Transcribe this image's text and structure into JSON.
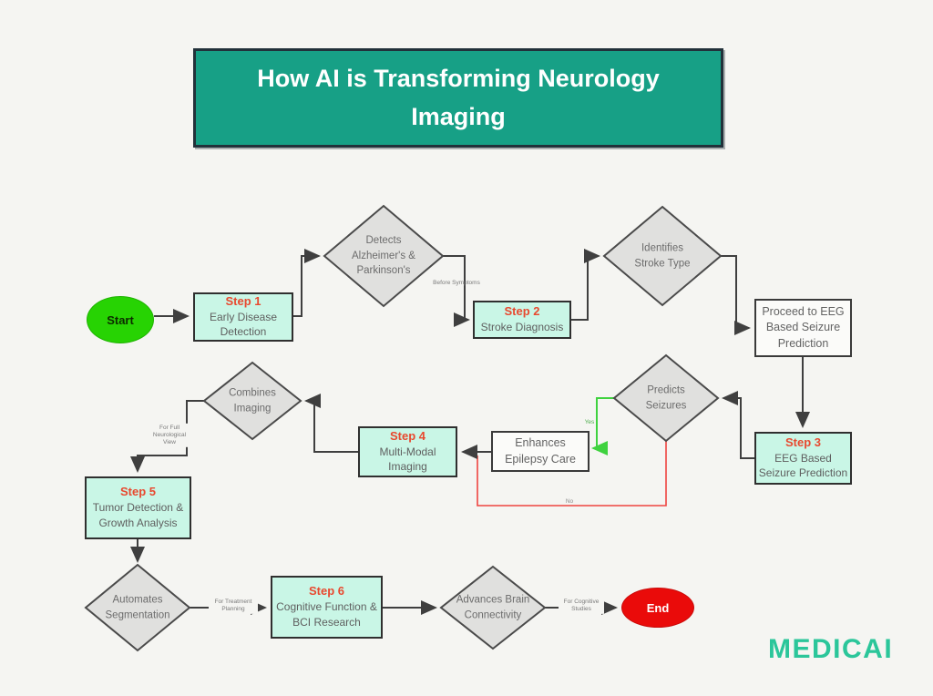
{
  "title": "How AI is Transforming Neurology Imaging",
  "brand": "MEDICAI",
  "nodes": {
    "start": "Start",
    "end": "End",
    "step1": {
      "title": "Step 1",
      "body": "Early Disease Detection"
    },
    "step2": {
      "title": "Step 2",
      "body": "Stroke Diagnosis"
    },
    "step3": {
      "title": "Step 3",
      "body": "EEG Based Seizure Prediction"
    },
    "step4": {
      "title": "Step 4",
      "body": "Multi-Modal Imaging"
    },
    "step5": {
      "title": "Step 5",
      "body": "Tumor Detection & Growth Analysis"
    },
    "step6": {
      "title": "Step 6",
      "body": "Cognitive Function & BCI Research"
    },
    "proceed": "Proceed to EEG Based Seizure Prediction",
    "enhances": "Enhances Epilepsy Care",
    "decision1": "Detects Alzheimer's & Parkinson's",
    "decision2": "Identifies Stroke Type",
    "decision3": "Predicts Seizures",
    "decision4": "Combines Imaging",
    "decision5": "Automates Segmentation",
    "decision6": "Advances Brain Connectivity"
  },
  "edge_labels": {
    "before_symptoms": "Before Symptoms",
    "yes": "Yes",
    "no": "No",
    "full_view": "For Full Neurological View",
    "treatment": "For Treatment Planning",
    "cognitive": "For Cognitive Studies"
  },
  "colors": {
    "banner_teal": "#17a086",
    "step_fill_mint": "#c9f6e6",
    "step_title_red": "#e8492f",
    "diamond_fill": "#e0e0de",
    "start_green": "#27d303",
    "end_red": "#ea0b0a",
    "edge_dark": "#3f3f3f",
    "edge_green": "#3fd23f",
    "edge_red": "#ef4440",
    "brand_teal": "#2bc69a"
  }
}
